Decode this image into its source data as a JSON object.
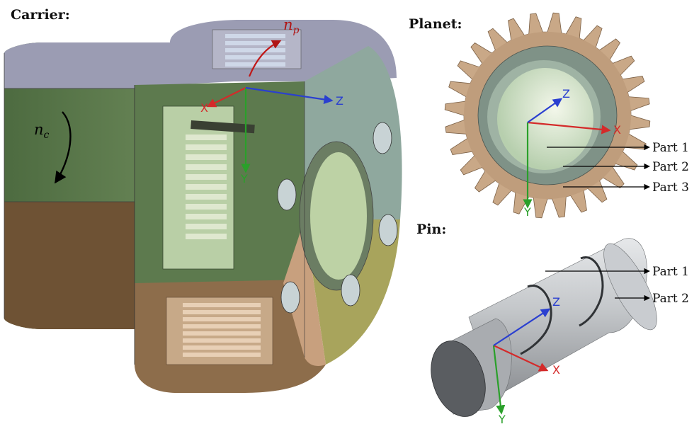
{
  "carrier": {
    "title": "Carrier:",
    "speed_symbol": "n",
    "speed_subscript": "c",
    "planet_speed_symbol": "n",
    "planet_speed_subscript": "p",
    "axes": {
      "x": "X",
      "y": "Y",
      "z": "Z"
    }
  },
  "planet": {
    "title": "Planet:",
    "axes": {
      "x": "X",
      "y": "Y",
      "z": "Z"
    },
    "parts": [
      "Part 1",
      "Part 2",
      "Part 3"
    ]
  },
  "pin": {
    "title": "Pin:",
    "axes": {
      "x": "X",
      "y": "Y",
      "z": "Z"
    },
    "parts": [
      "Part 1",
      "Part 2"
    ]
  },
  "colors": {
    "gray_face": "#9b9cb3",
    "green_face": "#5d7a4e",
    "brown_face": "#6e5234",
    "tan_face": "#c8a07e",
    "teal_face": "#8fa89e",
    "olive_face": "#a8a45c",
    "gear_tan": "#c9a887",
    "pin_gray": "#b9bcbf",
    "axis_red": "#d42a2a",
    "axis_green": "#2aa02a",
    "axis_blue": "#2a3fd0",
    "speed_red": "#b01515"
  }
}
